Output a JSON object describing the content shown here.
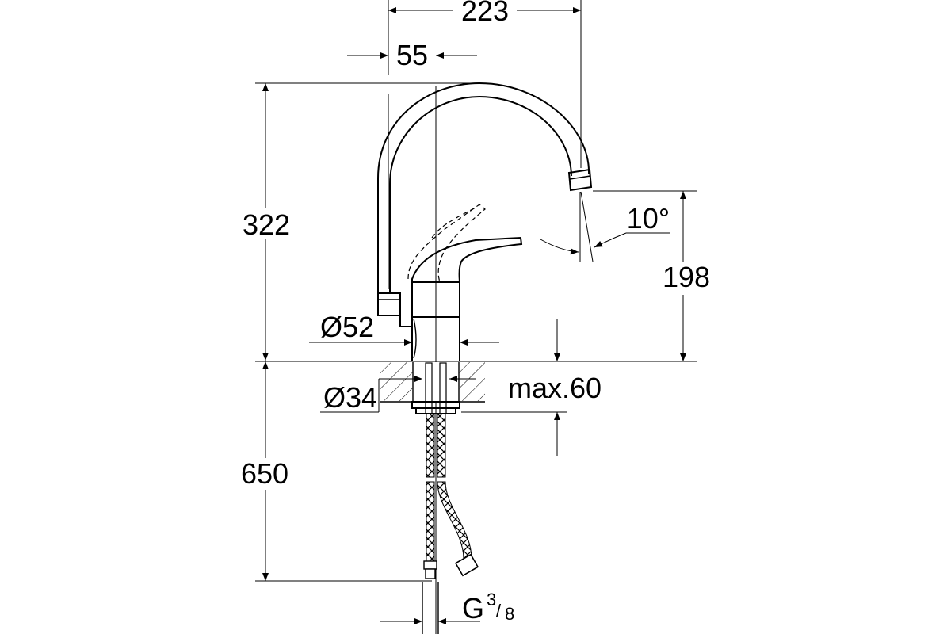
{
  "drawing": {
    "dimensions": {
      "spout_reach": "223",
      "spout_offset": "55",
      "total_height": "322",
      "outlet_height": "198",
      "spout_angle": "10°",
      "body_diameter": "Ø52",
      "hole_diameter": "Ø34",
      "max_deck_thickness": "max.60",
      "hose_length": "650",
      "connection_thread": "G",
      "thread_numerator": "3",
      "thread_denominator": "8"
    }
  }
}
